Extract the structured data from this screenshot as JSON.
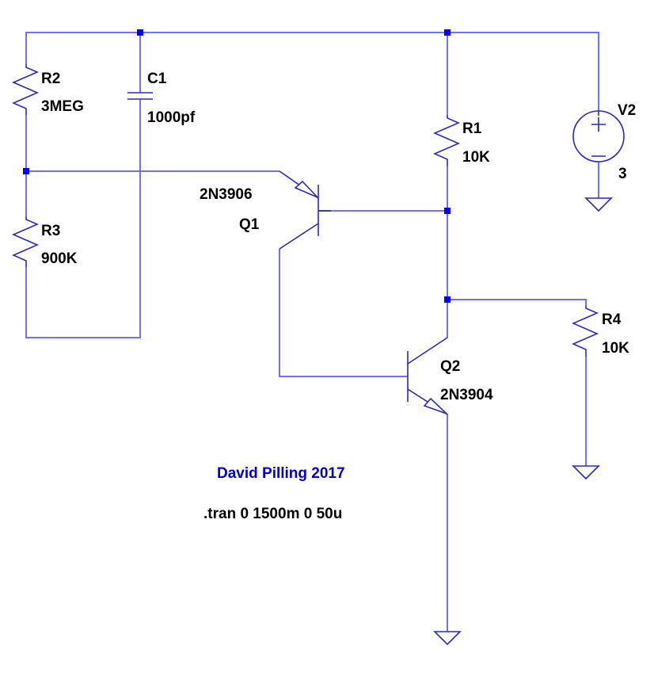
{
  "schematic": {
    "colors": {
      "wire": "#7070ff",
      "component": "#2a2ab8",
      "junction": "#0000ff",
      "label": "#000000",
      "comment": "#0000cc",
      "background": "#ffffff"
    },
    "components": {
      "R1": {
        "name": "R1",
        "value": "10K",
        "type": "resistor"
      },
      "R2": {
        "name": "R2",
        "value": "3MEG",
        "type": "resistor"
      },
      "R3": {
        "name": "R3",
        "value": "900K",
        "type": "resistor"
      },
      "R4": {
        "name": "R4",
        "value": "10K",
        "type": "resistor"
      },
      "C1": {
        "name": "C1",
        "value": "1000pf",
        "type": "capacitor"
      },
      "Q1": {
        "name": "Q1",
        "value": "2N3906",
        "type": "pnp-transistor"
      },
      "Q2": {
        "name": "Q2",
        "value": "2N3904",
        "type": "npn-transistor"
      },
      "V2": {
        "name": "V2",
        "value": "3",
        "type": "voltage-source",
        "plus_symbol": "+",
        "minus_symbol": "−"
      }
    },
    "comment": "David Pilling 2017",
    "directive": ".tran 0 1500m 0 50u"
  }
}
